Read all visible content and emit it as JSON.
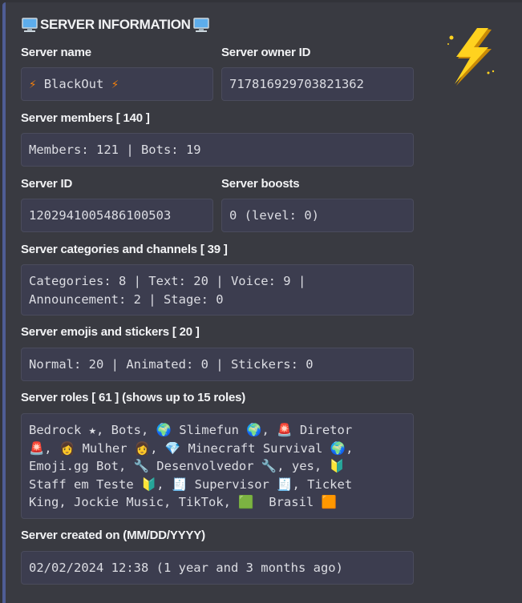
{
  "embed": {
    "title": "SERVER INFORMATION",
    "title_icon": "desktop-computer-icon",
    "thumbnail_icon": "lightning-bolt-icon",
    "accent_color": "#4f5d95",
    "fields": {
      "server_name": {
        "label": "Server name",
        "value": "BlackOut",
        "icon": "zap-icon"
      },
      "owner_id": {
        "label": "Server owner ID",
        "value": "717816929703821362"
      },
      "members": {
        "label": "Server members [ 140 ]",
        "value": "Members: 121 | Bots: 19"
      },
      "server_id": {
        "label": "Server ID",
        "value": "1202941005486100503"
      },
      "boosts": {
        "label": "Server boosts",
        "value": "0 (level: 0)"
      },
      "channels": {
        "label": "Server categories and channels [ 39 ]",
        "value": "Categories: 8 | Text: 20 | Voice: 9 |\nAnnouncement: 2 | Stage: 0"
      },
      "emojis": {
        "label": "Server emojis and stickers [ 20 ]",
        "value": "Normal: 20 | Animated: 0 | Stickers: 0"
      },
      "roles": {
        "label": "Server roles [ 61 ] (shows up to 15 roles)",
        "value": "Bedrock ★, Bots, 🌍 Slimefun 🌍, 🚨 Diretor\n🚨, 👩 Mulher 👩, 💎 Minecraft Survival 🌍,\nEmoji.gg Bot, 🔧 Desenvolvedor 🔧, yes, 🔰\nStaff em Teste 🔰, 🧾 Supervisor 🧾, Ticket\nKing, Jockie Music, TikTok, 🟩  Brasil 🟧"
      },
      "created": {
        "label": "Server created on (MM/DD/YYYY)",
        "value": "02/02/2024 12:38 (1 year and 3 months ago)"
      }
    }
  }
}
